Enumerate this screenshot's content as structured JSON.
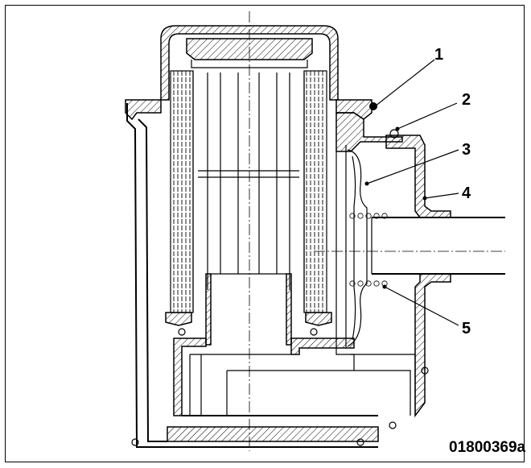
{
  "figure": {
    "id_label": "01800369a"
  },
  "callouts": [
    {
      "label": "1"
    },
    {
      "label": "2"
    },
    {
      "label": "3"
    },
    {
      "label": "4"
    },
    {
      "label": "5"
    }
  ]
}
